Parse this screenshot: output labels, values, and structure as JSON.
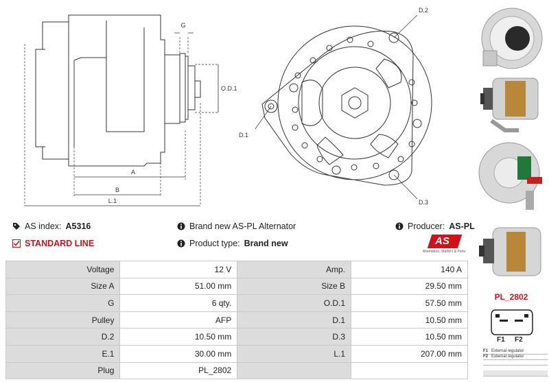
{
  "drawing": {
    "labels": {
      "g": "G",
      "od1": "O.D.1",
      "a": "A",
      "b": "B",
      "l1": "L.1",
      "d1": "D.1",
      "d2": "D.2",
      "d3": "D.3"
    }
  },
  "info": {
    "as_index_label": "AS index:",
    "as_index_value": "A5316",
    "line_label": "STANDARD LINE",
    "title": "Brand new AS-PL Alternator",
    "product_type_label": "Product type:",
    "product_type_value": "Brand new",
    "producer_label": "Producer:",
    "producer_value": "AS-PL",
    "logo_text": "AS",
    "logo_subtext": "Alternators, Starters & Parts"
  },
  "specs": [
    {
      "l1": "Voltage",
      "v1": "12 V",
      "l2": "Amp.",
      "v2": "140 A"
    },
    {
      "l1": "Size A",
      "v1": "51.00 mm",
      "l2": "Size B",
      "v2": "29.50 mm"
    },
    {
      "l1": "G",
      "v1": "6 qty.",
      "l2": "O.D.1",
      "v2": "57.50 mm"
    },
    {
      "l1": "Pulley",
      "v1": "AFP",
      "l2": "D.1",
      "v2": "10.50 mm"
    },
    {
      "l1": "D.2",
      "v1": "10.50 mm",
      "l2": "D.3",
      "v2": "10.50 mm"
    },
    {
      "l1": "E.1",
      "v1": "30.00 mm",
      "l2": "L.1",
      "v2": "207.00 mm"
    },
    {
      "l1": "Plug",
      "v1": "PL_2802",
      "l2": "",
      "v2": ""
    }
  ],
  "plug": {
    "title": "PL_2802",
    "f1": "F1",
    "f2": "F2",
    "legend": [
      {
        "code": "F1",
        "text": "External regulator"
      },
      {
        "code": "F2",
        "text": "External regulator"
      }
    ]
  },
  "colors": {
    "accent_red": "#d0121b",
    "label_bg": "#dcdcdc",
    "border": "#c9c9c9"
  }
}
